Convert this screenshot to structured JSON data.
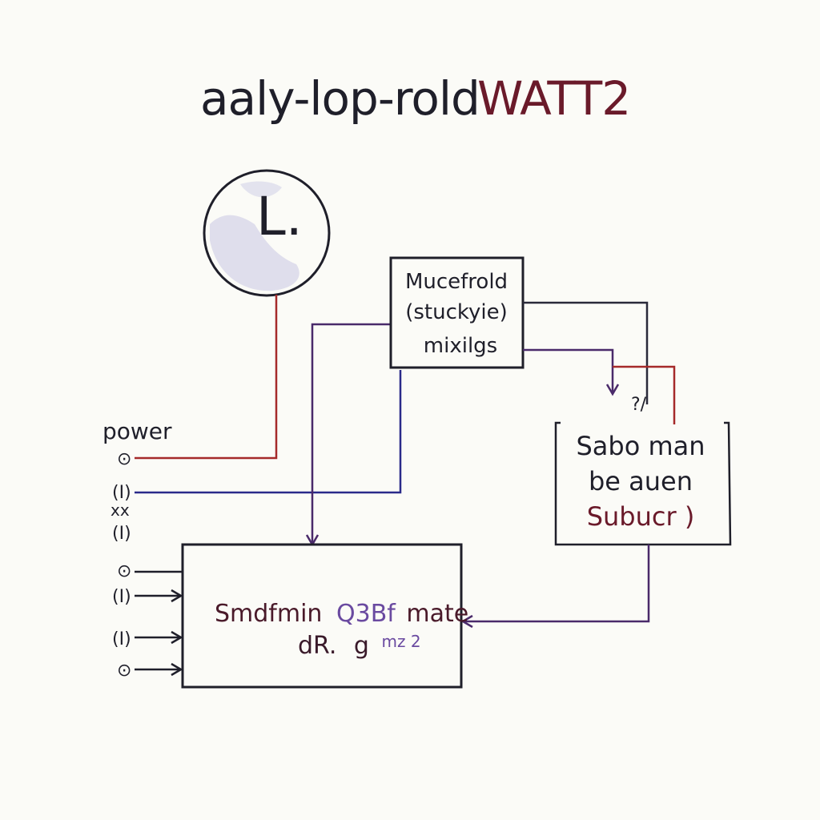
{
  "title": {
    "part1": "aaly-lop-rold",
    "part2": "WATT2"
  },
  "clock": {
    "glyph": "L."
  },
  "top_box": {
    "line1": "Mucefrold",
    "line2": "(stuckyie)",
    "line3": "mixilgs"
  },
  "right_box": {
    "line1": "Sabo man",
    "line2": "be auen",
    "line3": "Subucr )"
  },
  "right_box_mark": "?/",
  "main_box": {
    "line1_a": "Smdfmin",
    "line1_b": "Q3Bf",
    "line1_c": "mate",
    "line2_a": "dR.",
    "line2_b": "g",
    "line2_c": "mz 2"
  },
  "terminals": {
    "power_label": "power",
    "symbols": [
      "⊙",
      "(I)",
      "xx",
      "(I)",
      "⊙",
      "(I)",
      "(I)",
      "⊙"
    ]
  },
  "colors": {
    "ink": "#1f1f2a",
    "red": "#a52a2a",
    "blue": "#2a2a8a",
    "purple": "#4a2a6a",
    "title_red": "#6a1a2a",
    "clock_face": "#d9d8ea"
  }
}
